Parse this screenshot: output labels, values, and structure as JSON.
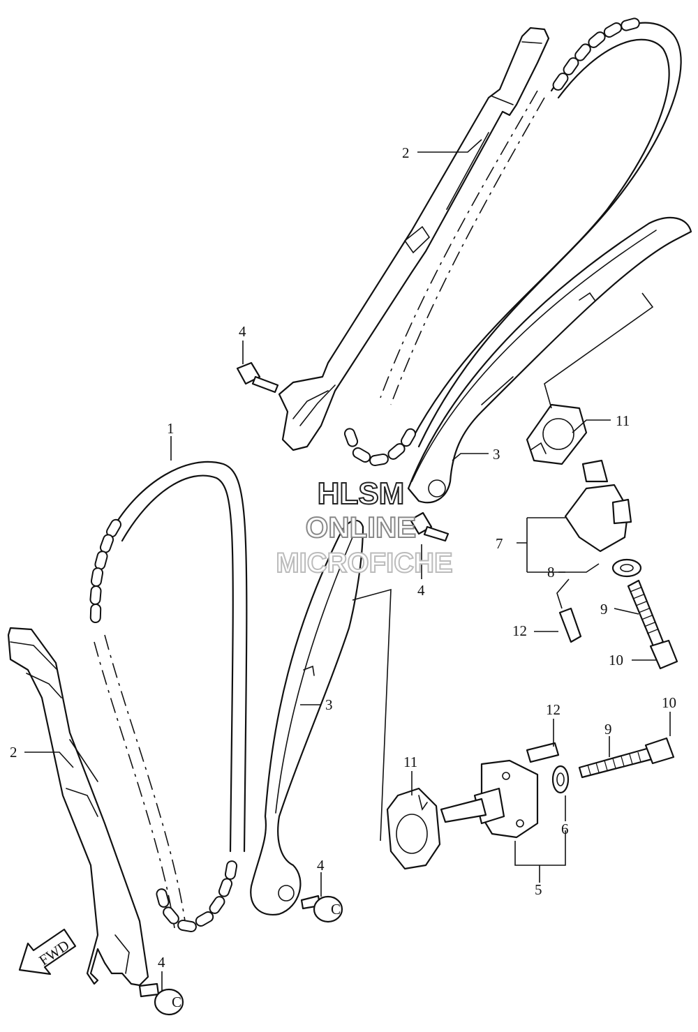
{
  "callouts": {
    "c1": "1",
    "c2a": "2",
    "c2b": "2",
    "c3a": "3",
    "c3b": "3",
    "c4a": "4",
    "c4b": "4",
    "c4c": "4",
    "c4d": "4",
    "c5": "5",
    "c6": "6",
    "c7": "7",
    "c8": "8",
    "c9a": "9",
    "c9b": "9",
    "c10a": "10",
    "c10b": "10",
    "c11a": "11",
    "c11b": "11",
    "c12a": "12",
    "c12b": "12"
  },
  "fwd_label": "FWD",
  "watermark": {
    "line1": "HLSM",
    "line2": "ONLINE",
    "line3": "MICROFICHE"
  },
  "bolt_head_marks": {
    "m1": "C",
    "m2": "C"
  }
}
